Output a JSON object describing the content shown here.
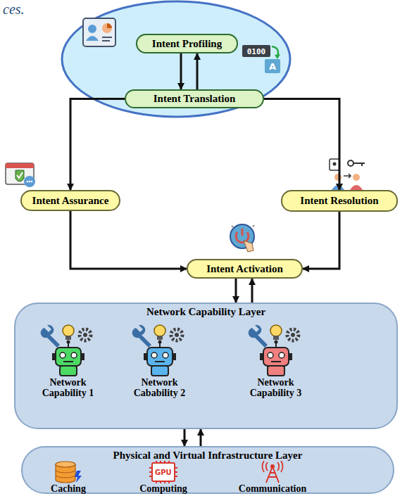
{
  "diagram": {
    "nodes": [
      {
        "text": [
          "Intent Profiling"
        ]
      },
      {
        "text": [
          "Intent Translation"
        ]
      },
      {
        "text": [
          "Intent Assurance"
        ]
      },
      {
        "text": [
          "Intent Resolution"
        ]
      },
      {
        "text": [
          "Intent Activation"
        ]
      },
      {
        "text": [
          "Network Capability Layer"
        ]
      },
      {
        "text": [
          "Network Capability 1"
        ],
        "in": 5
      },
      {
        "text": [
          "Network Cabability 2"
        ],
        "in": 5
      },
      {
        "text": [
          "Network Capability 3"
        ],
        "in": 5
      },
      {
        "text": [
          "Physical and Virtual Infrastructure Layer"
        ]
      },
      {
        "text": [
          "Caching"
        ],
        "in": 9
      },
      {
        "text": [
          "Computing"
        ],
        "in": 9
      },
      {
        "text": [
          "Communication"
        ],
        "in": 9
      }
    ],
    "edges": [
      {
        "from": 0,
        "to": 1,
        "arrow": "to"
      },
      {
        "from": 1,
        "to": 0,
        "arrow": "to"
      },
      {
        "from": 1,
        "to": 2,
        "arrow": "to"
      },
      {
        "from": 1,
        "to": 3,
        "arrow": "to"
      },
      {
        "from": 2,
        "to": 4,
        "arrow": "to"
      },
      {
        "from": 3,
        "to": 4,
        "arrow": "to"
      },
      {
        "from": 4,
        "to": 5,
        "arrow": "to"
      },
      {
        "from": 5,
        "to": 4,
        "arrow": "to"
      },
      {
        "from": 5,
        "to": 9,
        "arrow": "to"
      },
      {
        "from": 9,
        "to": 5,
        "arrow": "to"
      }
    ],
    "labels": [
      "ces.",
      "0100",
      "A",
      "GPU"
    ]
  }
}
